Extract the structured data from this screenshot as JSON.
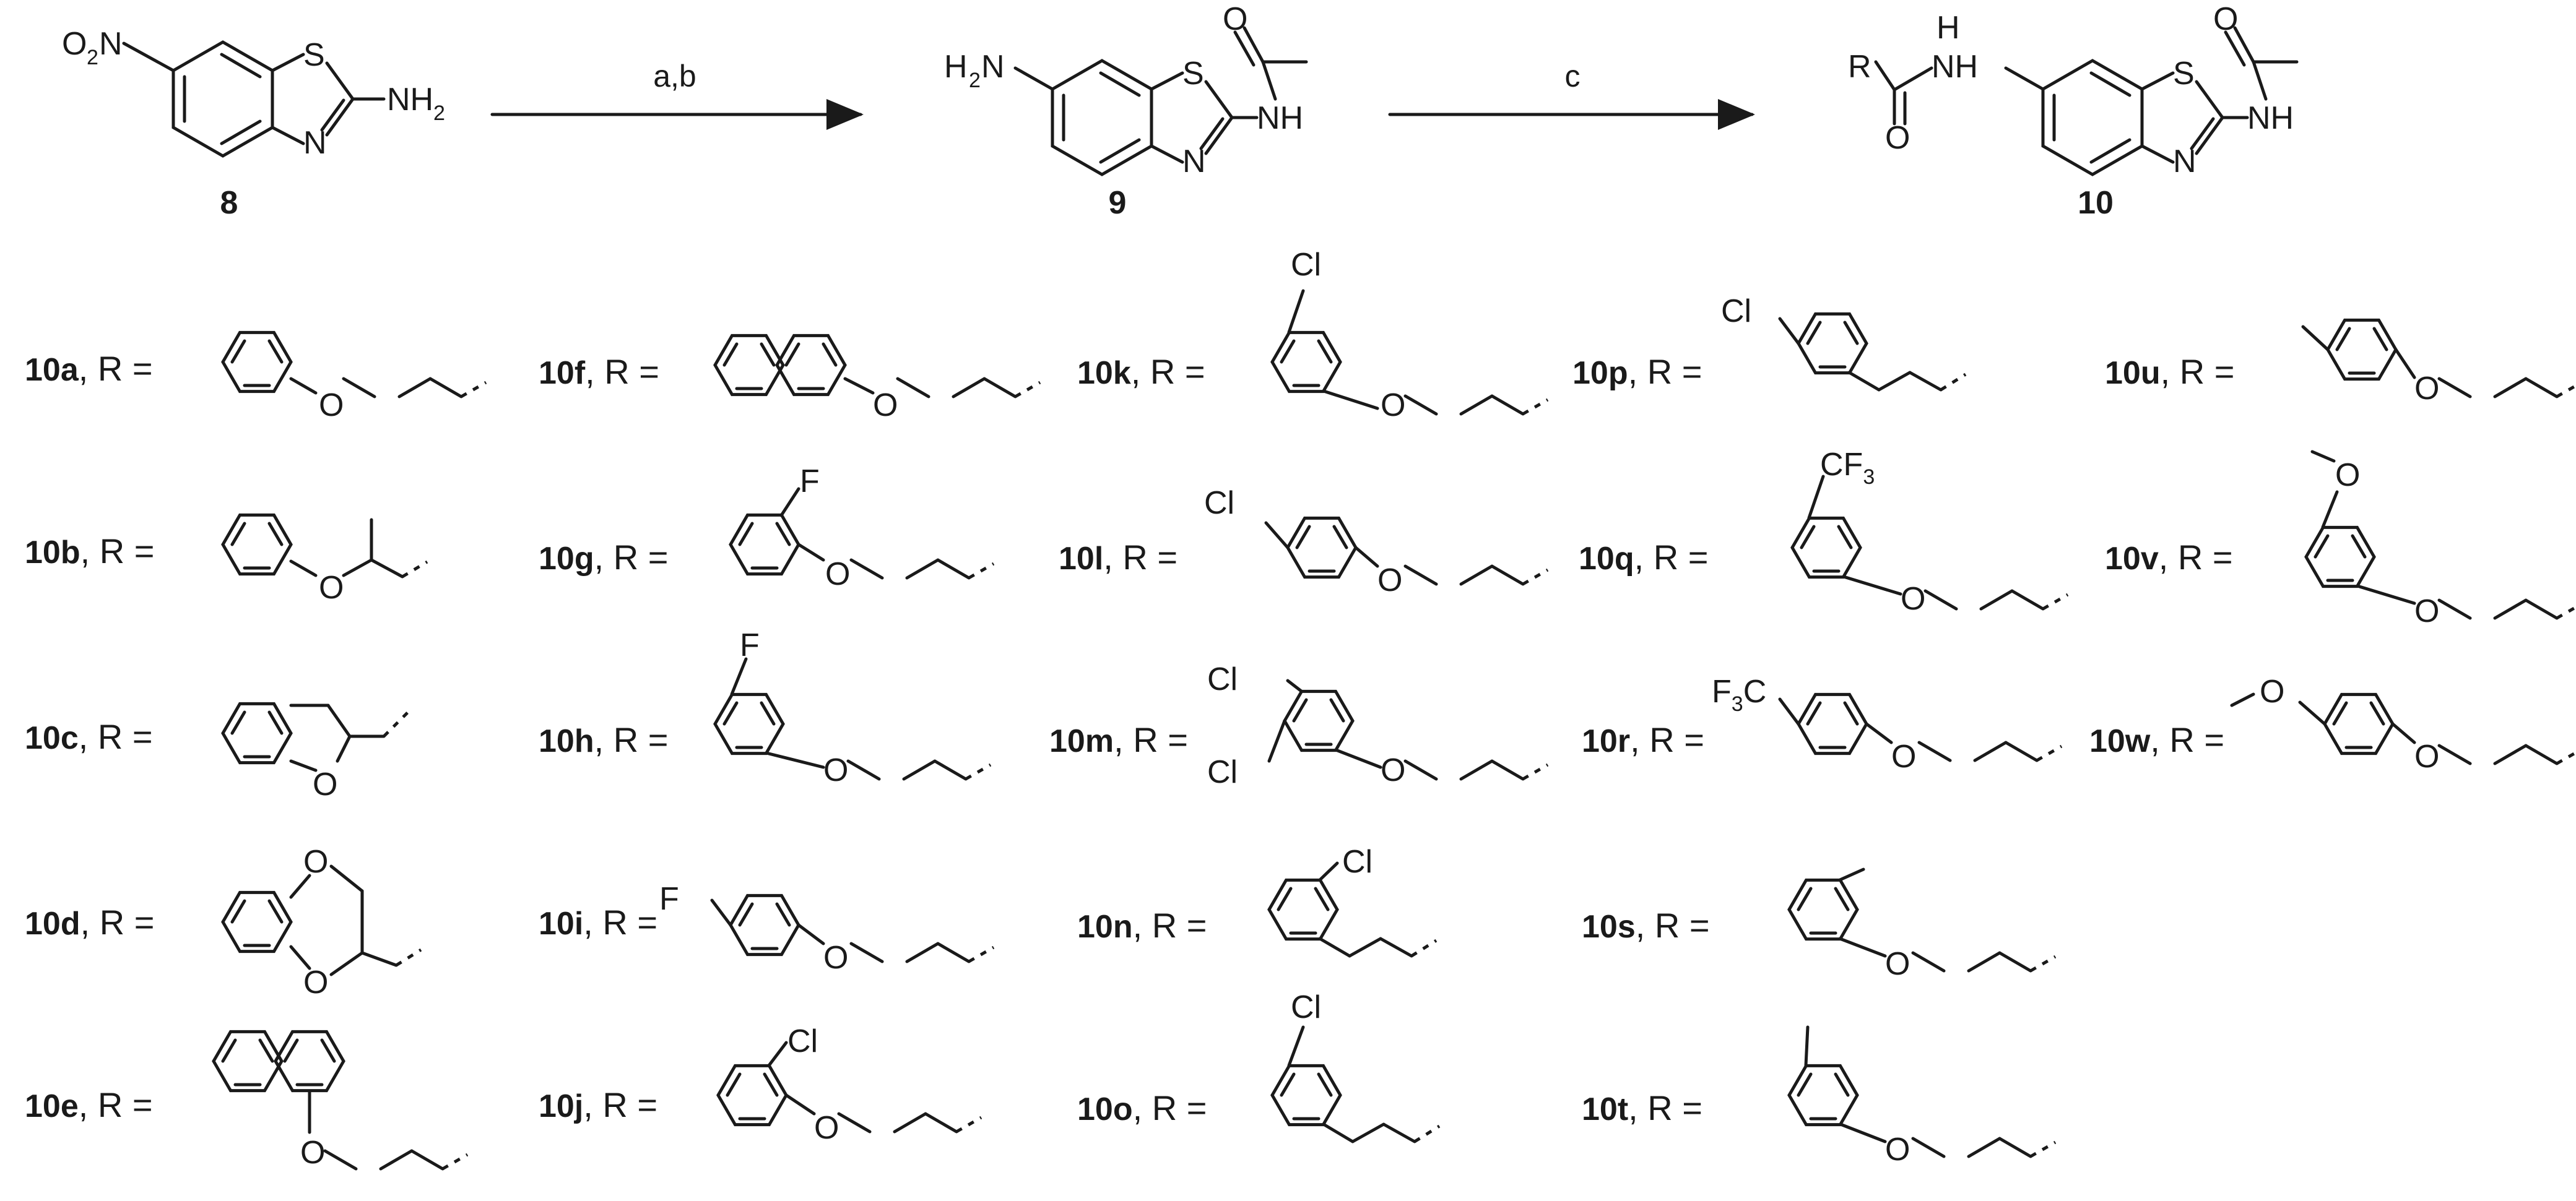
{
  "scheme": {
    "compounds": [
      {
        "id": "8",
        "label": "8"
      },
      {
        "id": "9",
        "label": "9"
      },
      {
        "id": "10",
        "label": "10"
      }
    ],
    "arrows": [
      {
        "conditions": "a,b"
      },
      {
        "conditions": "c"
      }
    ],
    "atoms": {
      "o2n": "O",
      "o2n_sub": "2",
      "o2n_n": "N",
      "s": "S",
      "n": "N",
      "nh2": "NH",
      "nh2_sub": "2",
      "h2n": "H",
      "h2n_sub": "2",
      "h2n_n": "N",
      "nh": "NH",
      "o": "O",
      "h": "H",
      "r": "R"
    },
    "r_prefix": ", R =",
    "substituents": [
      {
        "id": "10a",
        "group": "phenoxyethyl"
      },
      {
        "id": "10b",
        "group": "phenoxypropan-2-yl"
      },
      {
        "id": "10c",
        "group": "dihydrobenzofuranylmethyl"
      },
      {
        "id": "10d",
        "group": "benzodioxinylmethyl"
      },
      {
        "id": "10e",
        "group": "1-naphthyloxyethyl"
      },
      {
        "id": "10f",
        "group": "2-naphthyloxyethyl"
      },
      {
        "id": "10g",
        "group": "2-fluorophenoxyethyl",
        "labels": [
          "F"
        ]
      },
      {
        "id": "10h",
        "group": "3-fluorophenoxyethyl",
        "labels": [
          "F"
        ]
      },
      {
        "id": "10i",
        "group": "4-fluorophenoxyethyl",
        "labels": [
          "F"
        ]
      },
      {
        "id": "10j",
        "group": "2-chlorophenoxyethyl",
        "labels": [
          "Cl"
        ]
      },
      {
        "id": "10k",
        "group": "3-chlorophenoxyethyl",
        "labels": [
          "Cl"
        ]
      },
      {
        "id": "10l",
        "group": "4-chlorophenoxyethyl",
        "labels": [
          "Cl"
        ]
      },
      {
        "id": "10m",
        "group": "3,4-dichlorophenoxyethyl",
        "labels": [
          "Cl",
          "Cl"
        ]
      },
      {
        "id": "10n",
        "group": "2-chlorophenylpropyl",
        "labels": [
          "Cl"
        ]
      },
      {
        "id": "10o",
        "group": "3-chlorophenylpropyl",
        "labels": [
          "Cl"
        ]
      },
      {
        "id": "10p",
        "group": "4-chlorophenylpropyl",
        "labels": [
          "Cl"
        ]
      },
      {
        "id": "10q",
        "group": "3-CF3-phenoxyethyl",
        "labels": [
          "CF",
          "3"
        ]
      },
      {
        "id": "10r",
        "group": "4-CF3-phenoxyethyl",
        "labels": [
          "F",
          "3",
          "C"
        ]
      },
      {
        "id": "10s",
        "group": "2-methylphenoxyethyl"
      },
      {
        "id": "10t",
        "group": "3-methylphenoxyethyl"
      },
      {
        "id": "10u",
        "group": "4-methylphenoxyethyl"
      },
      {
        "id": "10v",
        "group": "3-methoxyphenoxyethyl"
      },
      {
        "id": "10w",
        "group": "4-methoxyphenoxyethyl"
      }
    ]
  }
}
